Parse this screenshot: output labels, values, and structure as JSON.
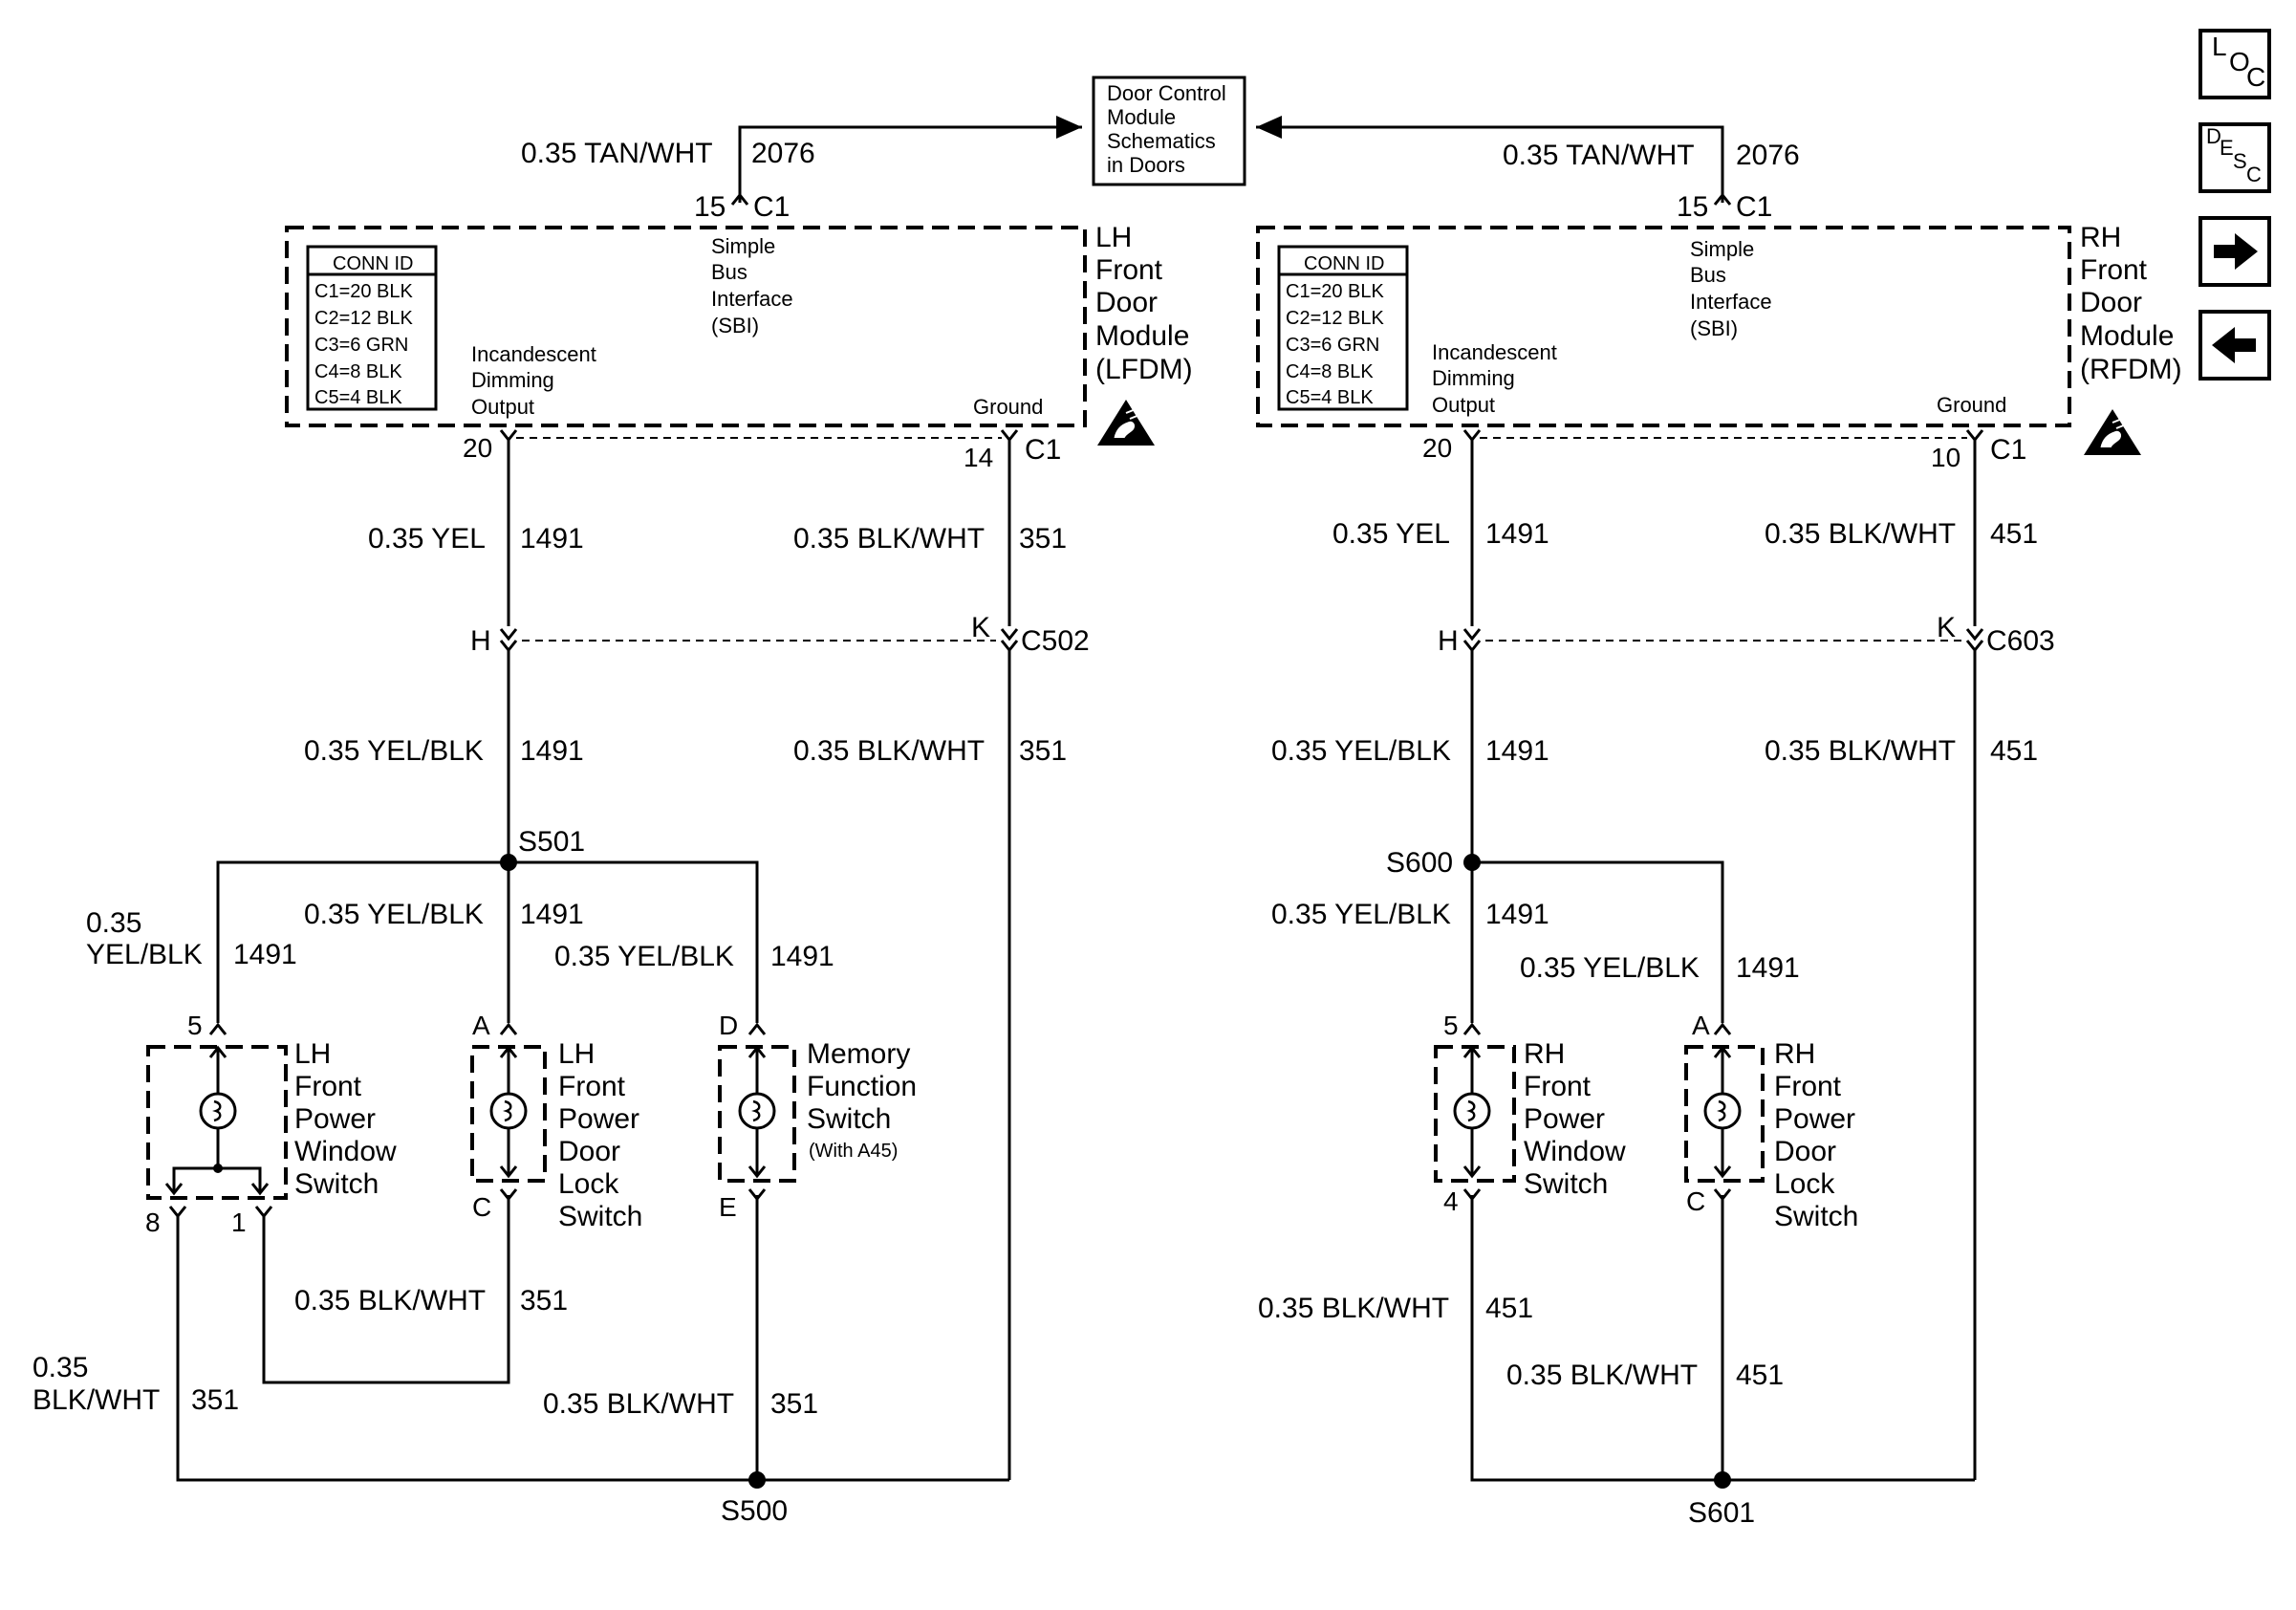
{
  "top_block": {
    "lines": [
      "Door Control",
      "Module",
      "Schematics",
      "in Doors"
    ]
  },
  "nav": {
    "loc": {
      "l1": "L",
      "l2": "O",
      "l3": "C"
    },
    "desc": {
      "l1": "D",
      "l2": "E",
      "l3": "S",
      "l4": "C"
    },
    "next_glyph": "➡",
    "prev_glyph": "⬅"
  },
  "left": {
    "top_wire": {
      "gauge_color": "0.35 TAN/WHT",
      "circuit": "2076",
      "pin": "15",
      "conn": "C1"
    },
    "module": {
      "name_lines": [
        "LH",
        "Front",
        "Door",
        "Module",
        "(LFDM)"
      ],
      "conn_id_title": "CONN ID",
      "conn_id_rows": [
        "C1=20 BLK",
        "C2=12 BLK",
        "C3=6 GRN",
        "C4=8 BLK",
        "C5=4 BLK"
      ],
      "sbi_lines": [
        "Simple",
        "Bus",
        "Interface",
        "(SBI)"
      ],
      "dimming_lines": [
        "Incandescent",
        "Dimming",
        "Output"
      ],
      "ground": "Ground"
    },
    "pin20": "20",
    "pin_gnd": "14",
    "pin_gnd_conn": "C1",
    "wire_yel": {
      "gauge_color": "0.35 YEL",
      "circuit": "1491"
    },
    "wire_bw1": {
      "gauge_color": "0.35 BLK/WHT",
      "circuit": "351"
    },
    "conn_h": "H",
    "conn_k": "K",
    "conn_name": "C502",
    "wire_yb": {
      "gauge_color": "0.35 YEL/BLK",
      "circuit": "1491"
    },
    "wire_bw2": {
      "gauge_color": "0.35 BLK/WHT",
      "circuit": "351"
    },
    "splice_top": "S501",
    "branch1": {
      "gauge": "0.35",
      "color": "YEL/BLK",
      "circuit": "1491"
    },
    "branch2": {
      "gauge_color": "0.35 YEL/BLK",
      "circuit": "1491"
    },
    "branch3": {
      "gauge_color": "0.35 YEL/BLK",
      "circuit": "1491"
    },
    "sw1": {
      "pin_in": "5",
      "pin_out1": "8",
      "pin_out2": "1",
      "label_lines": [
        "LH",
        "Front",
        "Power",
        "Window",
        "Switch"
      ]
    },
    "sw2": {
      "pin_in": "A",
      "pin_out": "C",
      "label_lines": [
        "LH",
        "Front",
        "Power",
        "Door",
        "Lock",
        "Switch"
      ]
    },
    "sw3": {
      "pin_in": "D",
      "pin_out": "E",
      "label_lines": [
        "Memory",
        "Function",
        "Switch"
      ],
      "note": "(With A45)"
    },
    "wire_bw3": {
      "gauge_color": "0.35 BLK/WHT",
      "circuit": "351"
    },
    "wire_bw4": {
      "gauge": "0.35",
      "color": "BLK/WHT",
      "circuit": "351"
    },
    "wire_bw5": {
      "gauge_color": "0.35 BLK/WHT",
      "circuit": "351"
    },
    "splice_bottom": "S500"
  },
  "right": {
    "top_wire": {
      "gauge_color": "0.35 TAN/WHT",
      "circuit": "2076",
      "pin": "15",
      "conn": "C1"
    },
    "module": {
      "name_lines": [
        "RH",
        "Front",
        "Door",
        "Module",
        "(RFDM)"
      ],
      "conn_id_title": "CONN ID",
      "conn_id_rows": [
        "C1=20 BLK",
        "C2=12 BLK",
        "C3=6 GRN",
        "C4=8 BLK",
        "C5=4 BLK"
      ],
      "sbi_lines": [
        "Simple",
        "Bus",
        "Interface",
        "(SBI)"
      ],
      "dimming_lines": [
        "Incandescent",
        "Dimming",
        "Output"
      ],
      "ground": "Ground"
    },
    "pin20": "20",
    "pin_gnd": "10",
    "pin_gnd_conn": "C1",
    "wire_yel": {
      "gauge_color": "0.35 YEL",
      "circuit": "1491"
    },
    "wire_bw1": {
      "gauge_color": "0.35 BLK/WHT",
      "circuit": "451"
    },
    "conn_h": "H",
    "conn_k": "K",
    "conn_name": "C603",
    "wire_yb": {
      "gauge_color": "0.35 YEL/BLK",
      "circuit": "1491"
    },
    "wire_bw2": {
      "gauge_color": "0.35 BLK/WHT",
      "circuit": "451"
    },
    "splice_top": "S600",
    "branch1": {
      "gauge_color": "0.35 YEL/BLK",
      "circuit": "1491"
    },
    "branch2": {
      "gauge_color": "0.35 YEL/BLK",
      "circuit": "1491"
    },
    "sw1": {
      "pin_in": "5",
      "pin_out": "4",
      "label_lines": [
        "RH",
        "Front",
        "Power",
        "Window",
        "Switch"
      ]
    },
    "sw2": {
      "pin_in": "A",
      "pin_out": "C",
      "label_lines": [
        "RH",
        "Front",
        "Power",
        "Door",
        "Lock",
        "Switch"
      ]
    },
    "wire_bw3": {
      "gauge_color": "0.35 BLK/WHT",
      "circuit": "451"
    },
    "wire_bw4": {
      "gauge_color": "0.35 BLK/WHT",
      "circuit": "451"
    },
    "splice_bottom": "S601"
  }
}
